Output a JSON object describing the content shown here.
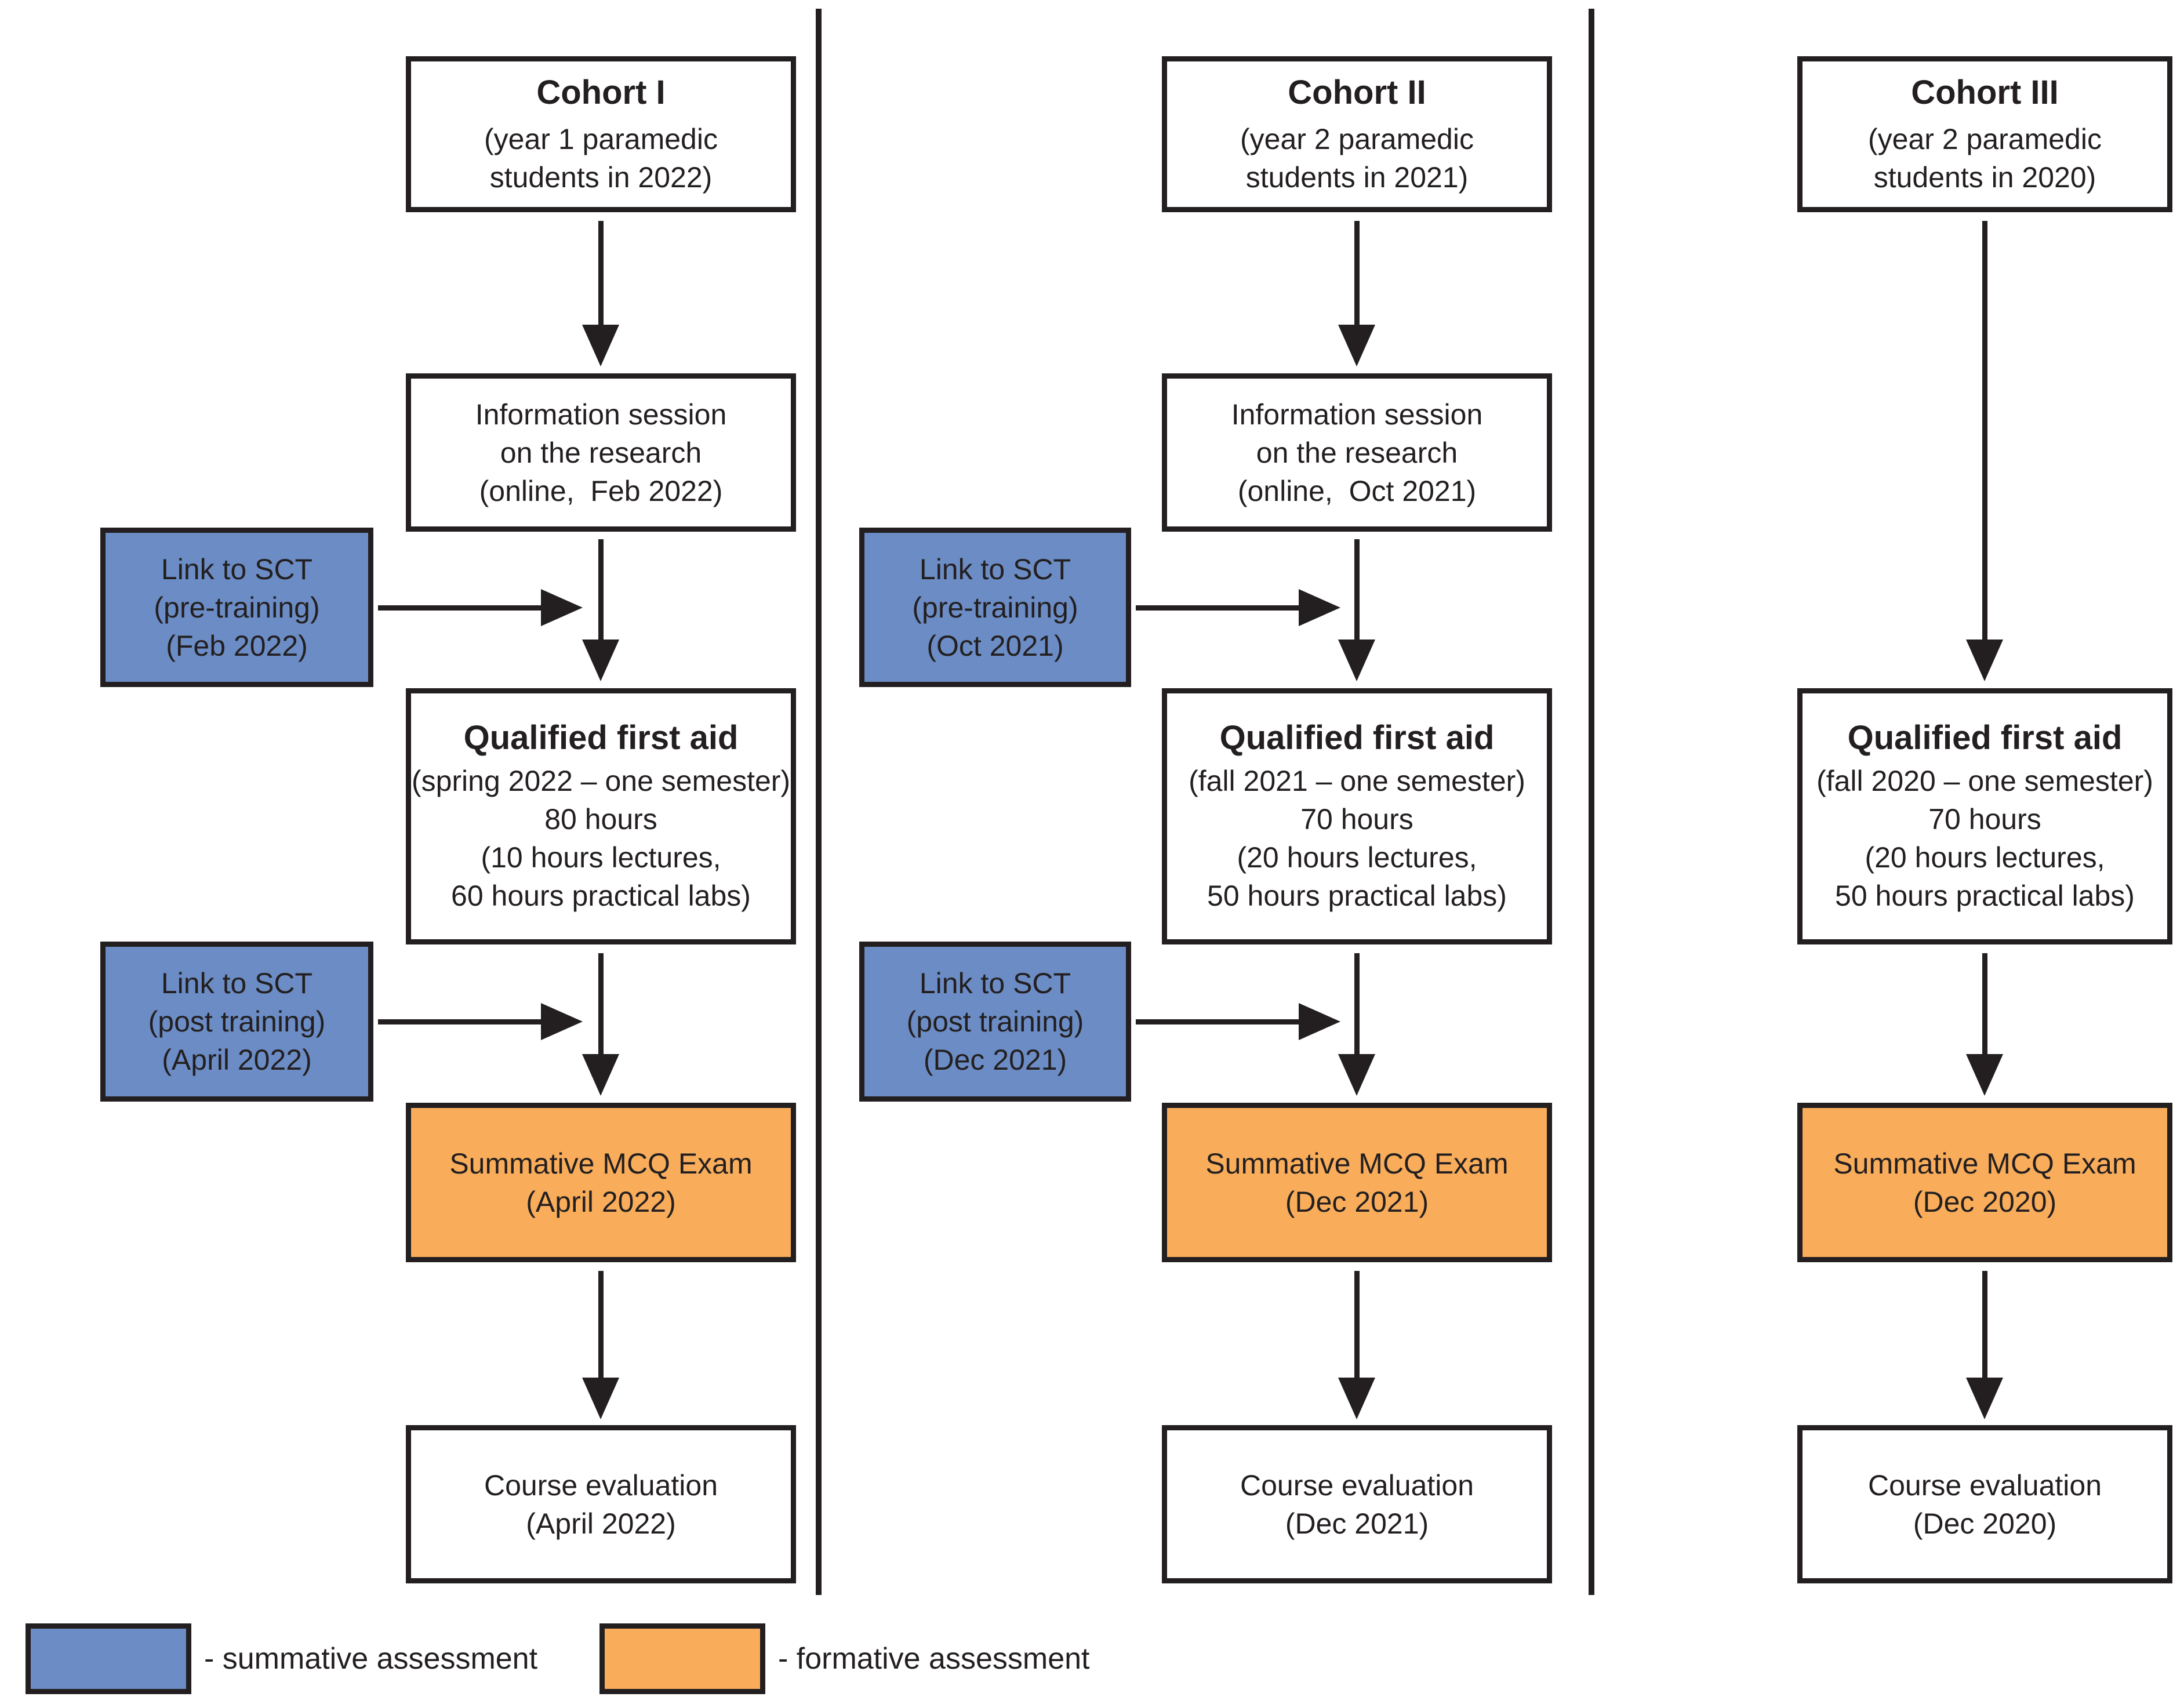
{
  "colors": {
    "summative_blue": "#6b8cc4",
    "formative_orange": "#f9ad5b",
    "line_black": "#231f20"
  },
  "columns": [
    {
      "cohort": {
        "title": "Cohort I",
        "subtitle": "(year 1 paramedic\nstudents in 2022)"
      },
      "info_session": "Information session\non the research\n(online,  Feb 2022)",
      "sct_pre": "Link to SCT\n(pre-training)\n(Feb 2022)",
      "qualified": {
        "title": "Qualified first aid",
        "details": "(spring 2022 – one semester)\n80 hours\n(10 hours lectures,\n60 hours practical labs)"
      },
      "sct_post": "Link to SCT\n(post training)\n(April 2022)",
      "mcq_exam": "Summative MCQ Exam\n(April 2022)",
      "course_evaluation": "Course evaluation\n(April 2022)"
    },
    {
      "cohort": {
        "title": "Cohort II",
        "subtitle": "(year 2 paramedic\nstudents in 2021)"
      },
      "info_session": "Information session\non the research\n(online,  Oct 2021)",
      "sct_pre": "Link to SCT\n(pre-training)\n(Oct 2021)",
      "qualified": {
        "title": "Qualified first aid",
        "details": "(fall 2021 – one semester)\n70 hours\n(20 hours lectures,\n50 hours practical labs)"
      },
      "sct_post": "Link to SCT\n(post training)\n(Dec 2021)",
      "mcq_exam": "Summative MCQ Exam\n(Dec 2021)",
      "course_evaluation": "Course evaluation\n(Dec 2021)"
    },
    {
      "cohort": {
        "title": "Cohort III",
        "subtitle": "(year 2 paramedic\nstudents in 2020)"
      },
      "qualified": {
        "title": "Qualified first aid",
        "details": "(fall 2020 – one semester)\n70 hours\n(20 hours lectures,\n50 hours practical labs)"
      },
      "mcq_exam": "Summative MCQ Exam\n(Dec 2020)",
      "course_evaluation": "Course evaluation\n(Dec 2020)"
    }
  ],
  "legend": {
    "summative_label": "- summative assessment",
    "formative_label": "- formative assessment"
  }
}
